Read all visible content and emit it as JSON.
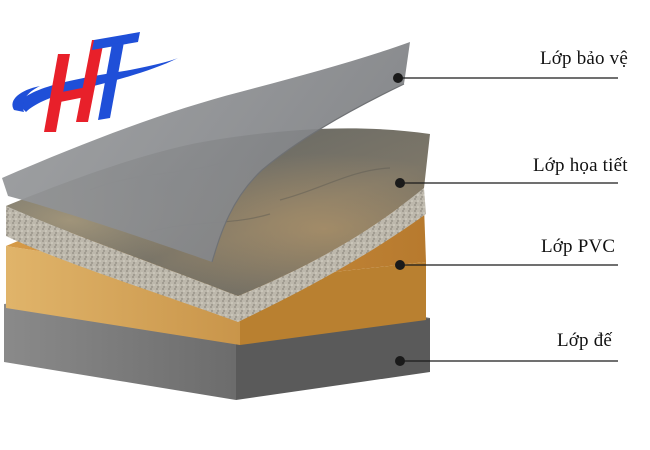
{
  "layers": [
    {
      "label": "Lớp bảo vệ",
      "color": "#8c8e90"
    },
    {
      "label": "Lớp họa tiết",
      "color": "#77766e"
    },
    {
      "label": "Lớp PVC",
      "color": "#c48a3c"
    },
    {
      "label": "Lớp đế",
      "color": "#6c6c6c"
    }
  ],
  "logo": {
    "text": "HT",
    "colors": {
      "h": "#e8202a",
      "t": "#1f4fd8",
      "swoosh": "#1f4fd8"
    }
  }
}
